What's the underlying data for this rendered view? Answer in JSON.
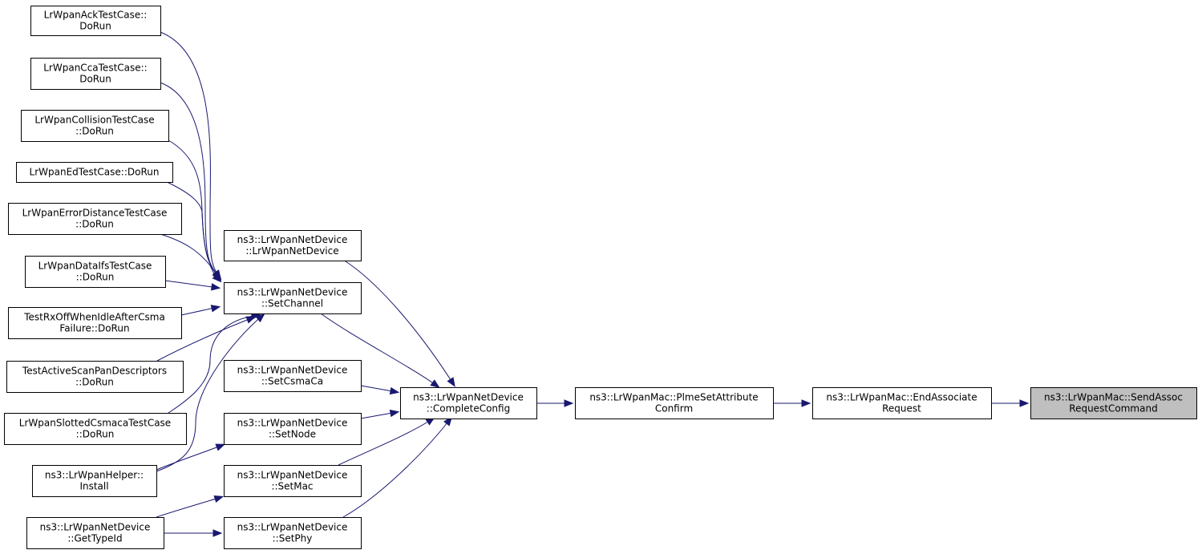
{
  "colors": {
    "edge": "#191970",
    "node_fill": "#ffffff",
    "node_border": "#000000",
    "highlight_fill": "#bfbfbf"
  },
  "nodes": [
    {
      "id": "ack",
      "lines": [
        "LrWpanAckTestCase::",
        "DoRun"
      ]
    },
    {
      "id": "cca",
      "lines": [
        "LrWpanCcaTestCase::",
        "DoRun"
      ]
    },
    {
      "id": "collision",
      "lines": [
        "LrWpanCollisionTestCase",
        "::DoRun"
      ]
    },
    {
      "id": "ed",
      "lines": [
        "LrWpanEdTestCase::DoRun"
      ]
    },
    {
      "id": "errdist",
      "lines": [
        "LrWpanErrorDistanceTestCase",
        "::DoRun"
      ]
    },
    {
      "id": "dataifs",
      "lines": [
        "LrWpanDataIfsTestCase",
        "::DoRun"
      ]
    },
    {
      "id": "rxoff",
      "lines": [
        "TestRxOffWhenIdleAfterCsma",
        "Failure::DoRun"
      ]
    },
    {
      "id": "activescan",
      "lines": [
        "TestActiveScanPanDescriptors",
        "::DoRun"
      ]
    },
    {
      "id": "slotted",
      "lines": [
        "LrWpanSlottedCsmacaTestCase",
        "::DoRun"
      ]
    },
    {
      "id": "install",
      "lines": [
        "ns3::LrWpanHelper::",
        "Install"
      ]
    },
    {
      "id": "gettypeid",
      "lines": [
        "ns3::LrWpanNetDevice",
        "::GetTypeId"
      ]
    },
    {
      "id": "ctor",
      "lines": [
        "ns3::LrWpanNetDevice",
        "::LrWpanNetDevice"
      ]
    },
    {
      "id": "setchannel",
      "lines": [
        "ns3::LrWpanNetDevice",
        "::SetChannel"
      ]
    },
    {
      "id": "setcsmaca",
      "lines": [
        "ns3::LrWpanNetDevice",
        "::SetCsmaCa"
      ]
    },
    {
      "id": "setnode",
      "lines": [
        "ns3::LrWpanNetDevice",
        "::SetNode"
      ]
    },
    {
      "id": "setmac",
      "lines": [
        "ns3::LrWpanNetDevice",
        "::SetMac"
      ]
    },
    {
      "id": "setphy",
      "lines": [
        "ns3::LrWpanNetDevice",
        "::SetPhy"
      ]
    },
    {
      "id": "completeconfig",
      "lines": [
        "ns3::LrWpanNetDevice",
        "::CompleteConfig"
      ]
    },
    {
      "id": "plmeset",
      "lines": [
        "ns3::LrWpanMac::PlmeSetAttribute",
        "Confirm"
      ]
    },
    {
      "id": "endassoc",
      "lines": [
        "ns3::LrWpanMac::EndAssociate",
        "Request"
      ]
    },
    {
      "id": "sendassoc",
      "lines": [
        "ns3::LrWpanMac::SendAssoc",
        "RequestCommand"
      ],
      "highlight": true
    }
  ],
  "edges": [
    {
      "from": "ack",
      "to": "setchannel"
    },
    {
      "from": "cca",
      "to": "setchannel"
    },
    {
      "from": "collision",
      "to": "setchannel"
    },
    {
      "from": "ed",
      "to": "setchannel"
    },
    {
      "from": "errdist",
      "to": "setchannel"
    },
    {
      "from": "dataifs",
      "to": "setchannel"
    },
    {
      "from": "rxoff",
      "to": "setchannel"
    },
    {
      "from": "activescan",
      "to": "setchannel"
    },
    {
      "from": "slotted",
      "to": "setchannel"
    },
    {
      "from": "install",
      "to": "setchannel"
    },
    {
      "from": "install",
      "to": "setnode"
    },
    {
      "from": "gettypeid",
      "to": "setmac"
    },
    {
      "from": "gettypeid",
      "to": "setphy"
    },
    {
      "from": "ctor",
      "to": "completeconfig"
    },
    {
      "from": "setchannel",
      "to": "completeconfig"
    },
    {
      "from": "setcsmaca",
      "to": "completeconfig"
    },
    {
      "from": "setnode",
      "to": "completeconfig"
    },
    {
      "from": "setmac",
      "to": "completeconfig"
    },
    {
      "from": "setphy",
      "to": "completeconfig"
    },
    {
      "from": "completeconfig",
      "to": "plmeset"
    },
    {
      "from": "plmeset",
      "to": "endassoc"
    },
    {
      "from": "endassoc",
      "to": "sendassoc"
    }
  ]
}
